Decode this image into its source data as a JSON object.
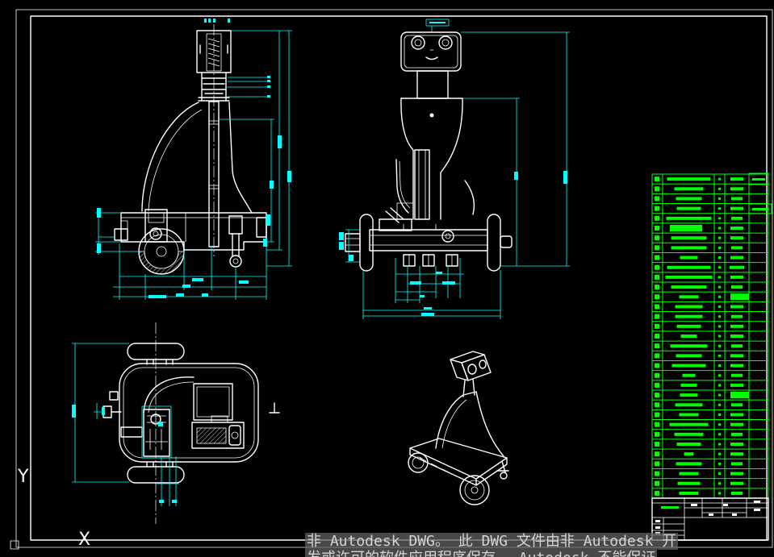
{
  "watermark": {
    "line1": "非 Autodesk DWG。 此 DWG 文件由非 Autodesk 开",
    "line2": "发或许可的软件应用程序保存。 Autodesk 不能保证"
  },
  "ucs": {
    "y_label": "Y",
    "x_label": "X"
  },
  "icons": {
    "ucs": "ucs-axis-icon"
  },
  "colors": {
    "background": "#000000",
    "geometry": "#ffffff",
    "dimensions": "#00ffff",
    "parts_list": "#00ff00",
    "watermark_text": "#d4d4d4"
  }
}
